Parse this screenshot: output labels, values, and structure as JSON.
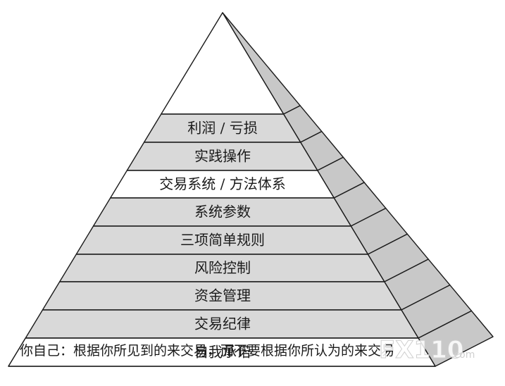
{
  "levels": [
    {
      "label": "利润 / 亏损",
      "highlight": false
    },
    {
      "label": "实践操作",
      "highlight": false
    },
    {
      "label": "交易系统 / 方法体系",
      "highlight": true
    },
    {
      "label": "系统参数",
      "highlight": false
    },
    {
      "label": "三项简单规则",
      "highlight": false
    },
    {
      "label": "风险控制",
      "highlight": false
    },
    {
      "label": "资金管理",
      "highlight": false
    },
    {
      "label": "交易纪律",
      "highlight": false
    },
    {
      "label": "自我承诺",
      "highlight": false
    }
  ],
  "base": {
    "label": "你自己：根据你所见到的来交易，而不要根据你所认为的来交易"
  },
  "watermark": {
    "brand": "FX110",
    "suffix": ".com"
  },
  "colors": {
    "band": "#d9d9d9",
    "highlight": "#ffffff",
    "side": "#c8c8c8",
    "line": "#1a1a1a"
  }
}
